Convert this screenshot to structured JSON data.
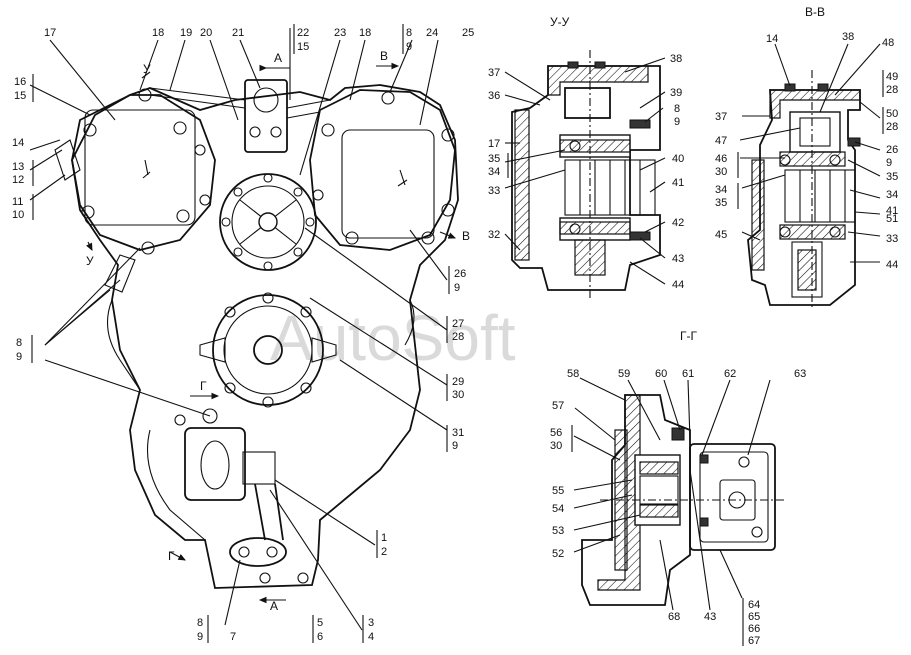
{
  "watermark": "AutoSoft",
  "sections": {
    "uu": "У-У",
    "vv": "В-В",
    "gg": "Г-Г"
  },
  "view_markers": {
    "a_top": "А",
    "a_bottom": "А",
    "v_top": "В",
    "v_right": "В",
    "u_top": "У",
    "u_left": "У",
    "g_mid": "Г",
    "g_left": "Г"
  },
  "callouts": {
    "main": [
      {
        "id": "m17",
        "text": "17"
      },
      {
        "id": "m18a",
        "text": "18"
      },
      {
        "id": "m19",
        "text": "19"
      },
      {
        "id": "m20",
        "text": "20"
      },
      {
        "id": "m21",
        "text": "21"
      },
      {
        "id": "m22",
        "text": "22"
      },
      {
        "id": "m15a",
        "text": "15"
      },
      {
        "id": "m23",
        "text": "23"
      },
      {
        "id": "m18b",
        "text": "18"
      },
      {
        "id": "m8a",
        "text": "8"
      },
      {
        "id": "m9a",
        "text": "9"
      },
      {
        "id": "m24",
        "text": "24"
      },
      {
        "id": "m25",
        "text": "25"
      },
      {
        "id": "m16",
        "text": "16"
      },
      {
        "id": "m15b",
        "text": "15"
      },
      {
        "id": "m14",
        "text": "14"
      },
      {
        "id": "m13",
        "text": "13"
      },
      {
        "id": "m12",
        "text": "12"
      },
      {
        "id": "m11",
        "text": "11"
      },
      {
        "id": "m10",
        "text": "10"
      },
      {
        "id": "m26",
        "text": "26"
      },
      {
        "id": "m9b",
        "text": "9"
      },
      {
        "id": "m8b",
        "text": "8"
      },
      {
        "id": "m9c",
        "text": "9"
      },
      {
        "id": "m27",
        "text": "27"
      },
      {
        "id": "m28",
        "text": "28"
      },
      {
        "id": "m29",
        "text": "29"
      },
      {
        "id": "m30",
        "text": "30"
      },
      {
        "id": "m31",
        "text": "31"
      },
      {
        "id": "m9d",
        "text": "9"
      },
      {
        "id": "m1",
        "text": "1"
      },
      {
        "id": "m2",
        "text": "2"
      },
      {
        "id": "m8c",
        "text": "8"
      },
      {
        "id": "m9e",
        "text": "9"
      },
      {
        "id": "m7",
        "text": "7"
      },
      {
        "id": "m5",
        "text": "5"
      },
      {
        "id": "m6",
        "text": "6"
      },
      {
        "id": "m3",
        "text": "3"
      },
      {
        "id": "m4",
        "text": "4"
      }
    ],
    "uu": [
      {
        "id": "u38",
        "text": "38"
      },
      {
        "id": "u37",
        "text": "37"
      },
      {
        "id": "u36",
        "text": "36"
      },
      {
        "id": "u39",
        "text": "39"
      },
      {
        "id": "u8",
        "text": "8"
      },
      {
        "id": "u9",
        "text": "9"
      },
      {
        "id": "u17",
        "text": "17"
      },
      {
        "id": "u35",
        "text": "35"
      },
      {
        "id": "u34",
        "text": "34"
      },
      {
        "id": "u40",
        "text": "40"
      },
      {
        "id": "u33",
        "text": "33"
      },
      {
        "id": "u41",
        "text": "41"
      },
      {
        "id": "u42",
        "text": "42"
      },
      {
        "id": "u32",
        "text": "32"
      },
      {
        "id": "u43",
        "text": "43"
      },
      {
        "id": "u44",
        "text": "44"
      }
    ],
    "vv": [
      {
        "id": "v14",
        "text": "14"
      },
      {
        "id": "v38",
        "text": "38"
      },
      {
        "id": "v48",
        "text": "48"
      },
      {
        "id": "v49",
        "text": "49"
      },
      {
        "id": "v28a",
        "text": "28"
      },
      {
        "id": "v37",
        "text": "37"
      },
      {
        "id": "v50",
        "text": "50"
      },
      {
        "id": "v28b",
        "text": "28"
      },
      {
        "id": "v47",
        "text": "47"
      },
      {
        "id": "v46",
        "text": "46"
      },
      {
        "id": "v30",
        "text": "30"
      },
      {
        "id": "v26",
        "text": "26"
      },
      {
        "id": "v9",
        "text": "9"
      },
      {
        "id": "v35a",
        "text": "35"
      },
      {
        "id": "v34a",
        "text": "34"
      },
      {
        "id": "v35b",
        "text": "35"
      },
      {
        "id": "v34b",
        "text": "34"
      },
      {
        "id": "v41",
        "text": "41"
      },
      {
        "id": "v51",
        "text": "51"
      },
      {
        "id": "v45",
        "text": "45"
      },
      {
        "id": "v33",
        "text": "33"
      },
      {
        "id": "v44",
        "text": "44"
      }
    ],
    "gg": [
      {
        "id": "g58",
        "text": "58"
      },
      {
        "id": "g59",
        "text": "59"
      },
      {
        "id": "g60",
        "text": "60"
      },
      {
        "id": "g61",
        "text": "61"
      },
      {
        "id": "g62",
        "text": "62"
      },
      {
        "id": "g63",
        "text": "63"
      },
      {
        "id": "g57",
        "text": "57"
      },
      {
        "id": "g56",
        "text": "56"
      },
      {
        "id": "g30",
        "text": "30"
      },
      {
        "id": "g55",
        "text": "55"
      },
      {
        "id": "g54",
        "text": "54"
      },
      {
        "id": "g53",
        "text": "53"
      },
      {
        "id": "g52",
        "text": "52"
      },
      {
        "id": "g68",
        "text": "68"
      },
      {
        "id": "g43",
        "text": "43"
      },
      {
        "id": "g64",
        "text": "64"
      },
      {
        "id": "g65",
        "text": "65"
      },
      {
        "id": "g66",
        "text": "66"
      },
      {
        "id": "g67",
        "text": "67"
      }
    ]
  }
}
